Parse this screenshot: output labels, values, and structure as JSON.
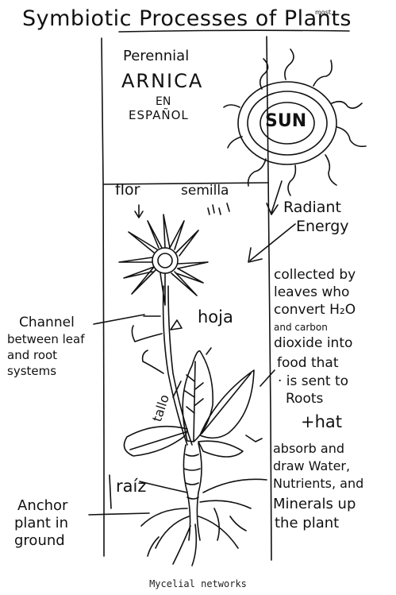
{
  "title": {
    "main": "Symbiotic Processes of Plants",
    "superscript": "most"
  },
  "header": {
    "line1": "Perennial",
    "line2": "ARNICA",
    "line3": "EN",
    "line4": "ESPAÑOL"
  },
  "sun": {
    "label": "SUN"
  },
  "labels": {
    "flor": "flor",
    "semilla": "semilla",
    "hoja": "hoja",
    "tallo": "tallo",
    "raiz": "raíz",
    "radiant_1": "Radiant",
    "radiant_2": "Energy"
  },
  "left_notes": {
    "channel": [
      "Channel",
      "between leaf",
      "and root",
      "systems"
    ],
    "anchor": [
      "Anchor",
      "plant in",
      "ground"
    ]
  },
  "right_notes": {
    "collected": [
      "collected by",
      "leaves who",
      "convert H₂O",
      "and carbon",
      "dioxide into",
      "food that",
      "· is sent to",
      "Roots"
    ],
    "that": "+hat",
    "absorb": [
      "absorb and",
      "draw Water,",
      "Nutrients, and",
      "Minerals up",
      "the plant"
    ]
  },
  "caption": "Mycelial networks"
}
